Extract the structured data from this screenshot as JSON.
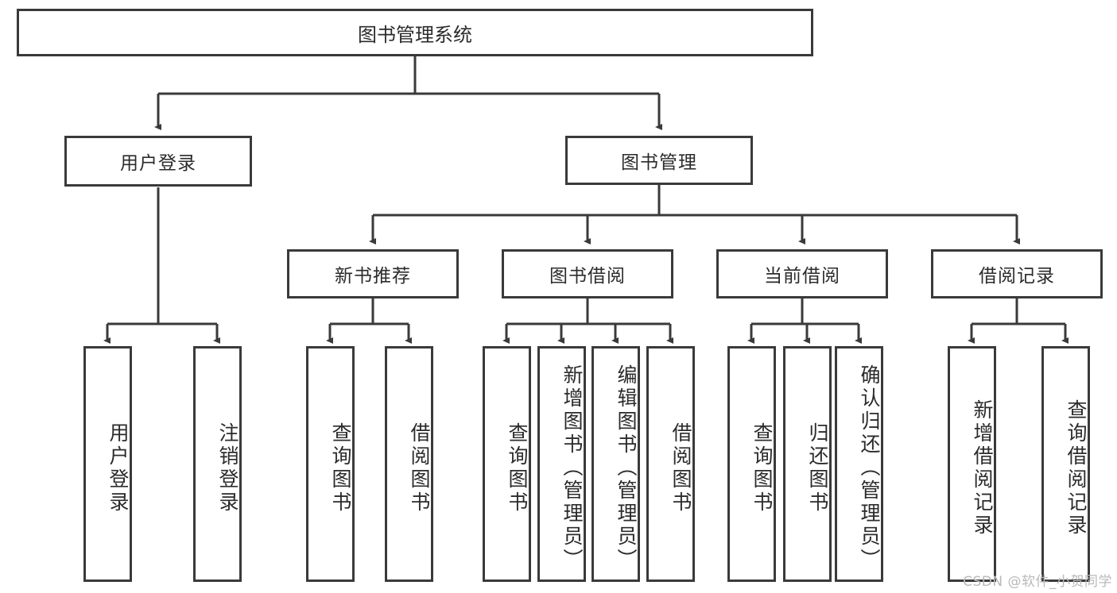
{
  "diagram": {
    "title": "图书管理系统",
    "watermark": "CSDN @软件_小贺同学",
    "root": {
      "label": "图书管理系统"
    },
    "level2": [
      {
        "label": "用户登录"
      },
      {
        "label": "图书管理"
      }
    ],
    "level3": [
      {
        "label": "新书推荐"
      },
      {
        "label": "图书借阅"
      },
      {
        "label": "当前借阅"
      },
      {
        "label": "借阅记录"
      }
    ],
    "leaves": {
      "user_login": [
        {
          "label": "用户登录"
        },
        {
          "label": "注销登录"
        }
      ],
      "new_book": [
        {
          "label": "查询图书"
        },
        {
          "label": "借阅图书"
        }
      ],
      "borrow": [
        {
          "label": "查询图书"
        },
        {
          "label": "新增图书（管理员）"
        },
        {
          "label": "编辑图书（管理员）"
        },
        {
          "label": "借阅图书"
        }
      ],
      "current": [
        {
          "label": "查询图书"
        },
        {
          "label": "归还图书"
        },
        {
          "label": "确认归还（管理员）"
        }
      ],
      "records": [
        {
          "label": "新增借阅记录"
        },
        {
          "label": "查询借阅记录"
        }
      ]
    },
    "colors": {
      "stroke": "#3a3a3a",
      "text": "#2b2b2b",
      "background": "#ffffff",
      "watermark": "#b9b9b9"
    }
  }
}
